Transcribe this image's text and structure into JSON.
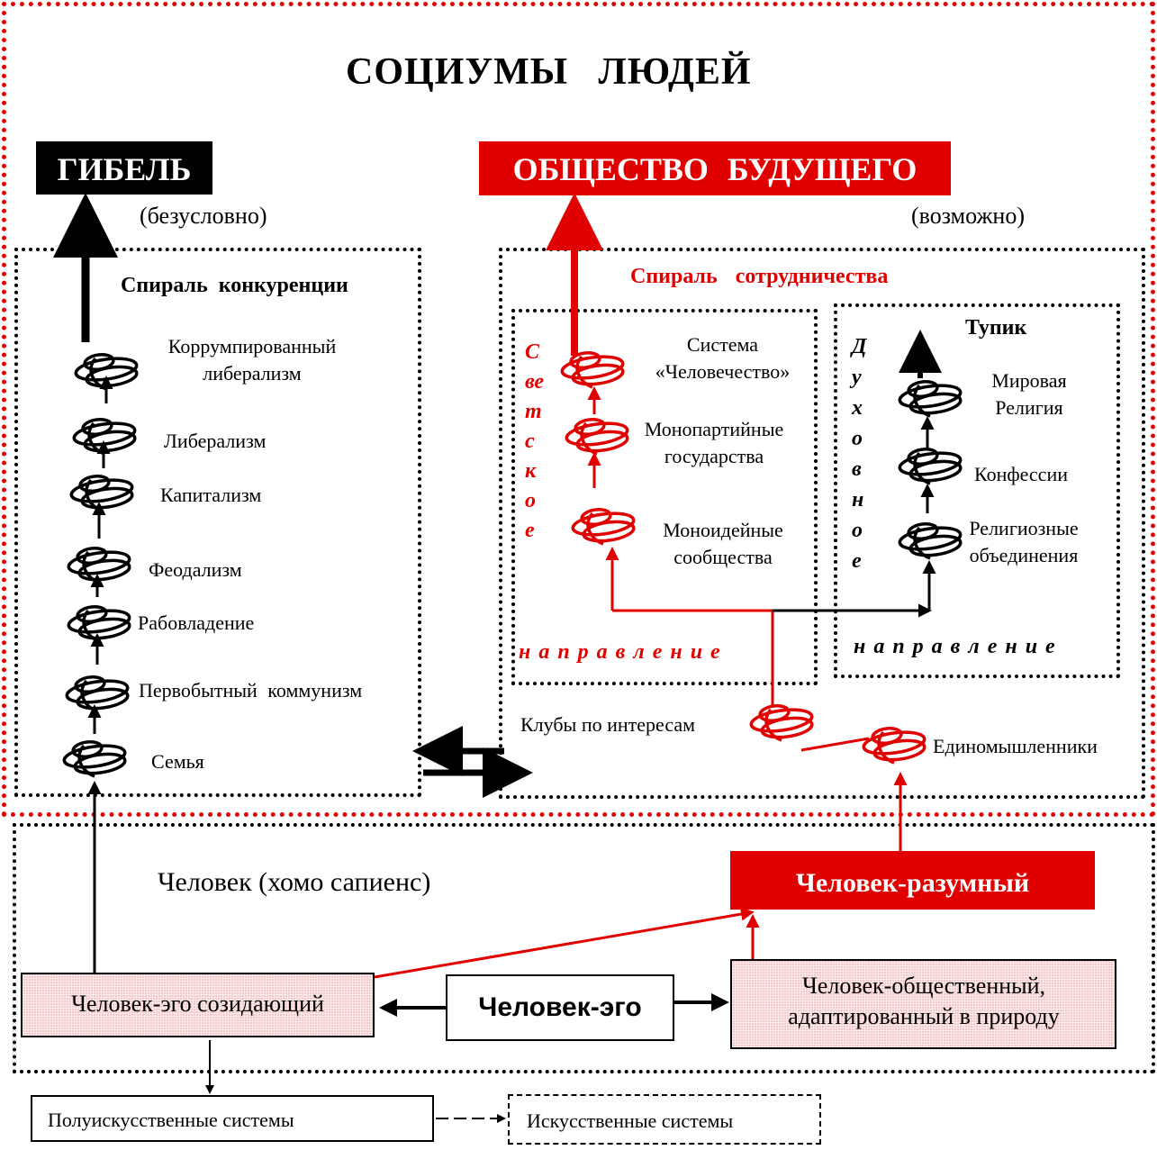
{
  "title": "СОЦИУМЫ ЛЮДЕЙ",
  "top": {
    "death": "ГИБЕЛЬ",
    "death_note": "(безусловно)",
    "future": "ОБЩЕСТВО БУДУЩЕГО",
    "future_note": "(возможно)"
  },
  "competition": {
    "title": "Спираль конкуренции",
    "stages": [
      "Коррумпированный либерализм",
      "Либерализм",
      "Капитализм",
      "Феодализм",
      "Рабовладение",
      "Первобытный коммунизм",
      "Семья"
    ]
  },
  "cooperation": {
    "title": "Спираль сотрудничества",
    "secular": {
      "vertical_label": "Светское",
      "direction": "направление",
      "stages": [
        "Система «Человечество»",
        "Монопартийные государства",
        "Моноидейные сообщества"
      ]
    },
    "spiritual": {
      "vertical_label": "Духовное",
      "direction": "направление",
      "deadend": "Тупик",
      "stages": [
        "Мировая Религия",
        "Конфессии",
        "Религиозные объединения"
      ]
    },
    "clubs": "Клубы по интересам",
    "likeminded": "Единомышленники"
  },
  "human": {
    "homo_sapiens": "Человек (хомо сапиенс)",
    "reasonable": "Человек-разумный",
    "ego": "Человек-эго",
    "ego_creating": "Человек-эго созидающий",
    "social": "Человек-общественный, адаптированный в природу"
  },
  "systems": {
    "semi_artificial": "Полуискусственные системы",
    "artificial": "Искусственные системы"
  },
  "colors": {
    "red": "#e00000",
    "black": "#000000",
    "hatch": "#f3c9c9"
  }
}
